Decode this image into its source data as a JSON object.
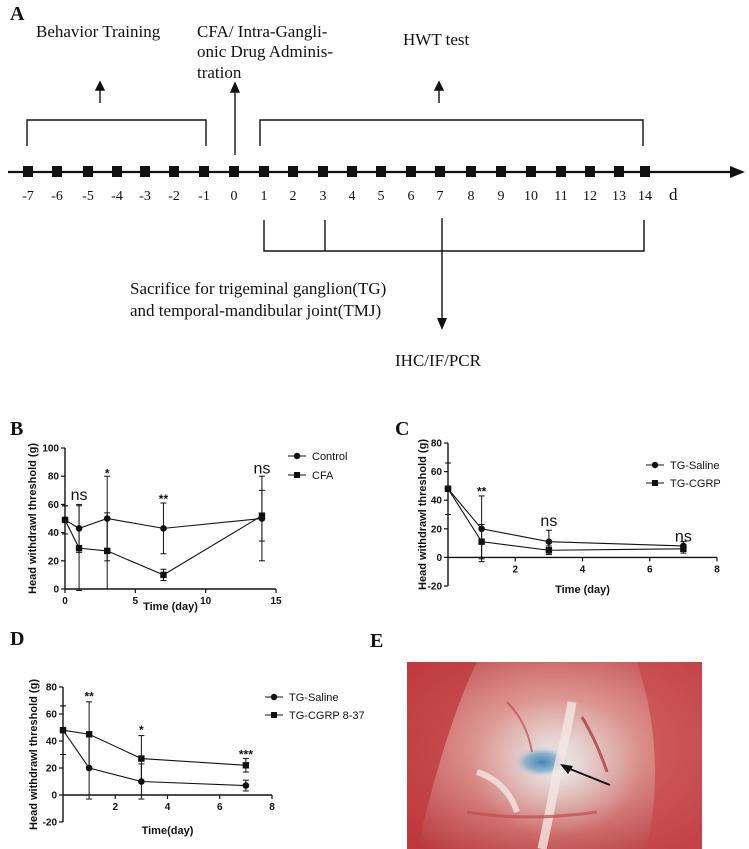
{
  "panel_a": {
    "label": "A",
    "behavior_training": "Behavior Training",
    "cfa_admin": [
      "CFA/ Intra-Gangli-",
      "onic Drug Adminis-",
      "tration"
    ],
    "hwt_test": "HWT test",
    "day_ticks": [
      "-7",
      "-6",
      "-5",
      "-4",
      "-3",
      "-2",
      "-1",
      "0",
      "1",
      "2",
      "3",
      "4",
      "5",
      "6",
      "7",
      "8",
      "9",
      "10",
      "11",
      "12",
      "13",
      "14"
    ],
    "unit": "d",
    "sacrifice": [
      "Sacrifice for  trigeminal ganglion(TG)",
      "and temporal-mandibular joint(TMJ)"
    ],
    "ihc": "IHC/IF/PCR"
  },
  "panel_e": {
    "label": "E"
  },
  "chart_data": [
    {
      "panel": "B",
      "type": "line",
      "xlabel": "Time (day)",
      "ylabel": "Head withdrawl threshold (g)",
      "xlim": [
        0,
        15
      ],
      "ylim": [
        0,
        100
      ],
      "xticks": [
        0,
        5,
        10,
        15
      ],
      "yticks": [
        0,
        20,
        40,
        60,
        80,
        100
      ],
      "legend_position": "top-right",
      "series": [
        {
          "name": "Control",
          "marker": "circle",
          "x": [
            0,
            1,
            3,
            7,
            14
          ],
          "y": [
            49,
            43,
            50,
            43,
            50
          ],
          "err": [
            10,
            17,
            30,
            18,
            30
          ]
        },
        {
          "name": "CFA",
          "marker": "square",
          "x": [
            0,
            1,
            3,
            7,
            14
          ],
          "y": [
            49,
            29,
            27,
            10,
            52
          ],
          "err": [
            10,
            30,
            27,
            4,
            18
          ]
        }
      ],
      "annotations": [
        {
          "x": 1,
          "y": 63,
          "text": "ns"
        },
        {
          "x": 3,
          "y": 82,
          "text": "*"
        },
        {
          "x": 7,
          "y": 64,
          "text": "**"
        },
        {
          "x": 14,
          "y": 82,
          "text": "ns"
        }
      ]
    },
    {
      "panel": "C",
      "type": "line",
      "xlabel": "Time (day)",
      "ylabel": "Head withdrawl threshold (g)",
      "xlim": [
        0,
        8
      ],
      "ylim": [
        -20,
        80
      ],
      "xticks": [
        2,
        4,
        6,
        8
      ],
      "yticks": [
        -20,
        0,
        20,
        40,
        60,
        80
      ],
      "legend_position": "top-right",
      "series": [
        {
          "name": "TG-Saline",
          "marker": "circle",
          "x": [
            0,
            1,
            3,
            7
          ],
          "y": [
            48,
            20,
            11,
            8
          ],
          "err": [
            18,
            23,
            8,
            3
          ]
        },
        {
          "name": "TG-CGRP",
          "marker": "square",
          "x": [
            0,
            1,
            3,
            7
          ],
          "y": [
            48,
            11,
            5,
            6
          ],
          "err": [
            18,
            12,
            3,
            3
          ]
        }
      ],
      "annotations": [
        {
          "x": 1,
          "y": 46,
          "text": "**"
        },
        {
          "x": 3,
          "y": 22,
          "text": "ns"
        },
        {
          "x": 7,
          "y": 11,
          "text": "ns"
        }
      ]
    },
    {
      "panel": "D",
      "type": "line",
      "xlabel": "Time(day)",
      "ylabel": "Head withdrawl threshold (g)",
      "xlim": [
        0,
        8
      ],
      "ylim": [
        -20,
        80
      ],
      "xticks": [
        2,
        4,
        6,
        8
      ],
      "yticks": [
        -20,
        0,
        20,
        40,
        60,
        80
      ],
      "legend_position": "top-right",
      "series": [
        {
          "name": "TG-Saline",
          "marker": "circle",
          "x": [
            0,
            1,
            3,
            7
          ],
          "y": [
            48,
            20,
            10,
            7
          ],
          "err": [
            18,
            23,
            13,
            4
          ]
        },
        {
          "name": "TG-CGRP 8-37",
          "marker": "square",
          "x": [
            0,
            1,
            3,
            7
          ],
          "y": [
            48,
            45,
            27,
            22
          ],
          "err": [
            18,
            24,
            17,
            5
          ]
        }
      ],
      "annotations": [
        {
          "x": 1,
          "y": 73,
          "text": "**"
        },
        {
          "x": 3,
          "y": 48,
          "text": "*"
        },
        {
          "x": 7,
          "y": 30,
          "text": "***"
        }
      ]
    }
  ]
}
